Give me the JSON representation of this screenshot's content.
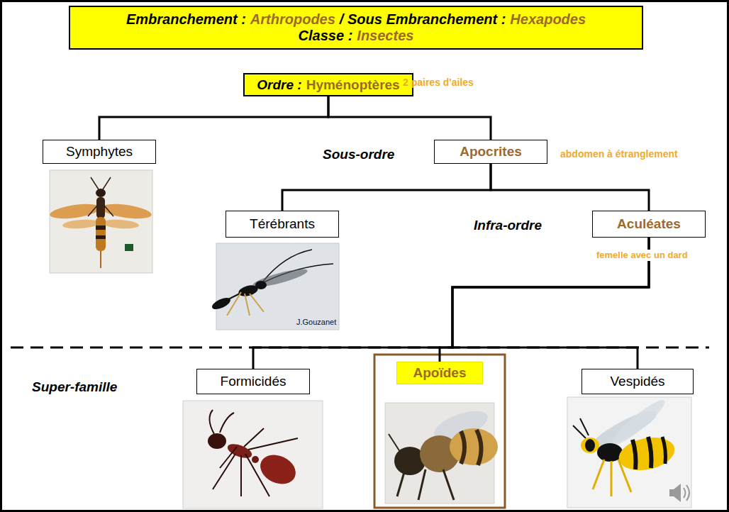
{
  "diagram": {
    "nodes": [
      {
        "text": [
          "Embranchement :",
          "Arthropodes",
          "/ Sous Embranchement :",
          "Hexapodes",
          "Classe :",
          "Insectes"
        ]
      },
      {
        "text": [
          "Ordre :",
          "Hyménoptères"
        ]
      },
      {
        "text": [
          "Symphytes"
        ]
      },
      {
        "text": [
          "Apocrites"
        ]
      },
      {
        "text": [
          "Térébrants"
        ]
      },
      {
        "text": [
          "Aculéates"
        ]
      },
      {
        "text": [
          "Formicidés"
        ]
      },
      {
        "text": [
          "Apoïdes"
        ]
      },
      {
        "text": [
          "Vespidés"
        ]
      }
    ],
    "edges": [
      {
        "from": 1,
        "to": 2,
        "arrow": "none"
      },
      {
        "from": 1,
        "to": 3,
        "arrow": "none"
      },
      {
        "from": 3,
        "to": 4,
        "arrow": "none"
      },
      {
        "from": 3,
        "to": 5,
        "arrow": "none"
      },
      {
        "from": 5,
        "to": 6,
        "arrow": "none"
      },
      {
        "from": 5,
        "to": 7,
        "arrow": "none"
      },
      {
        "from": 5,
        "to": 8,
        "arrow": "none"
      }
    ],
    "labels": [
      "2 paires d'ailes",
      "Sous-ordre",
      "abdomen à étranglement",
      "Infra-ordre",
      "femelle avec un dard",
      "Super-famille",
      "J.Gouzanet"
    ]
  }
}
